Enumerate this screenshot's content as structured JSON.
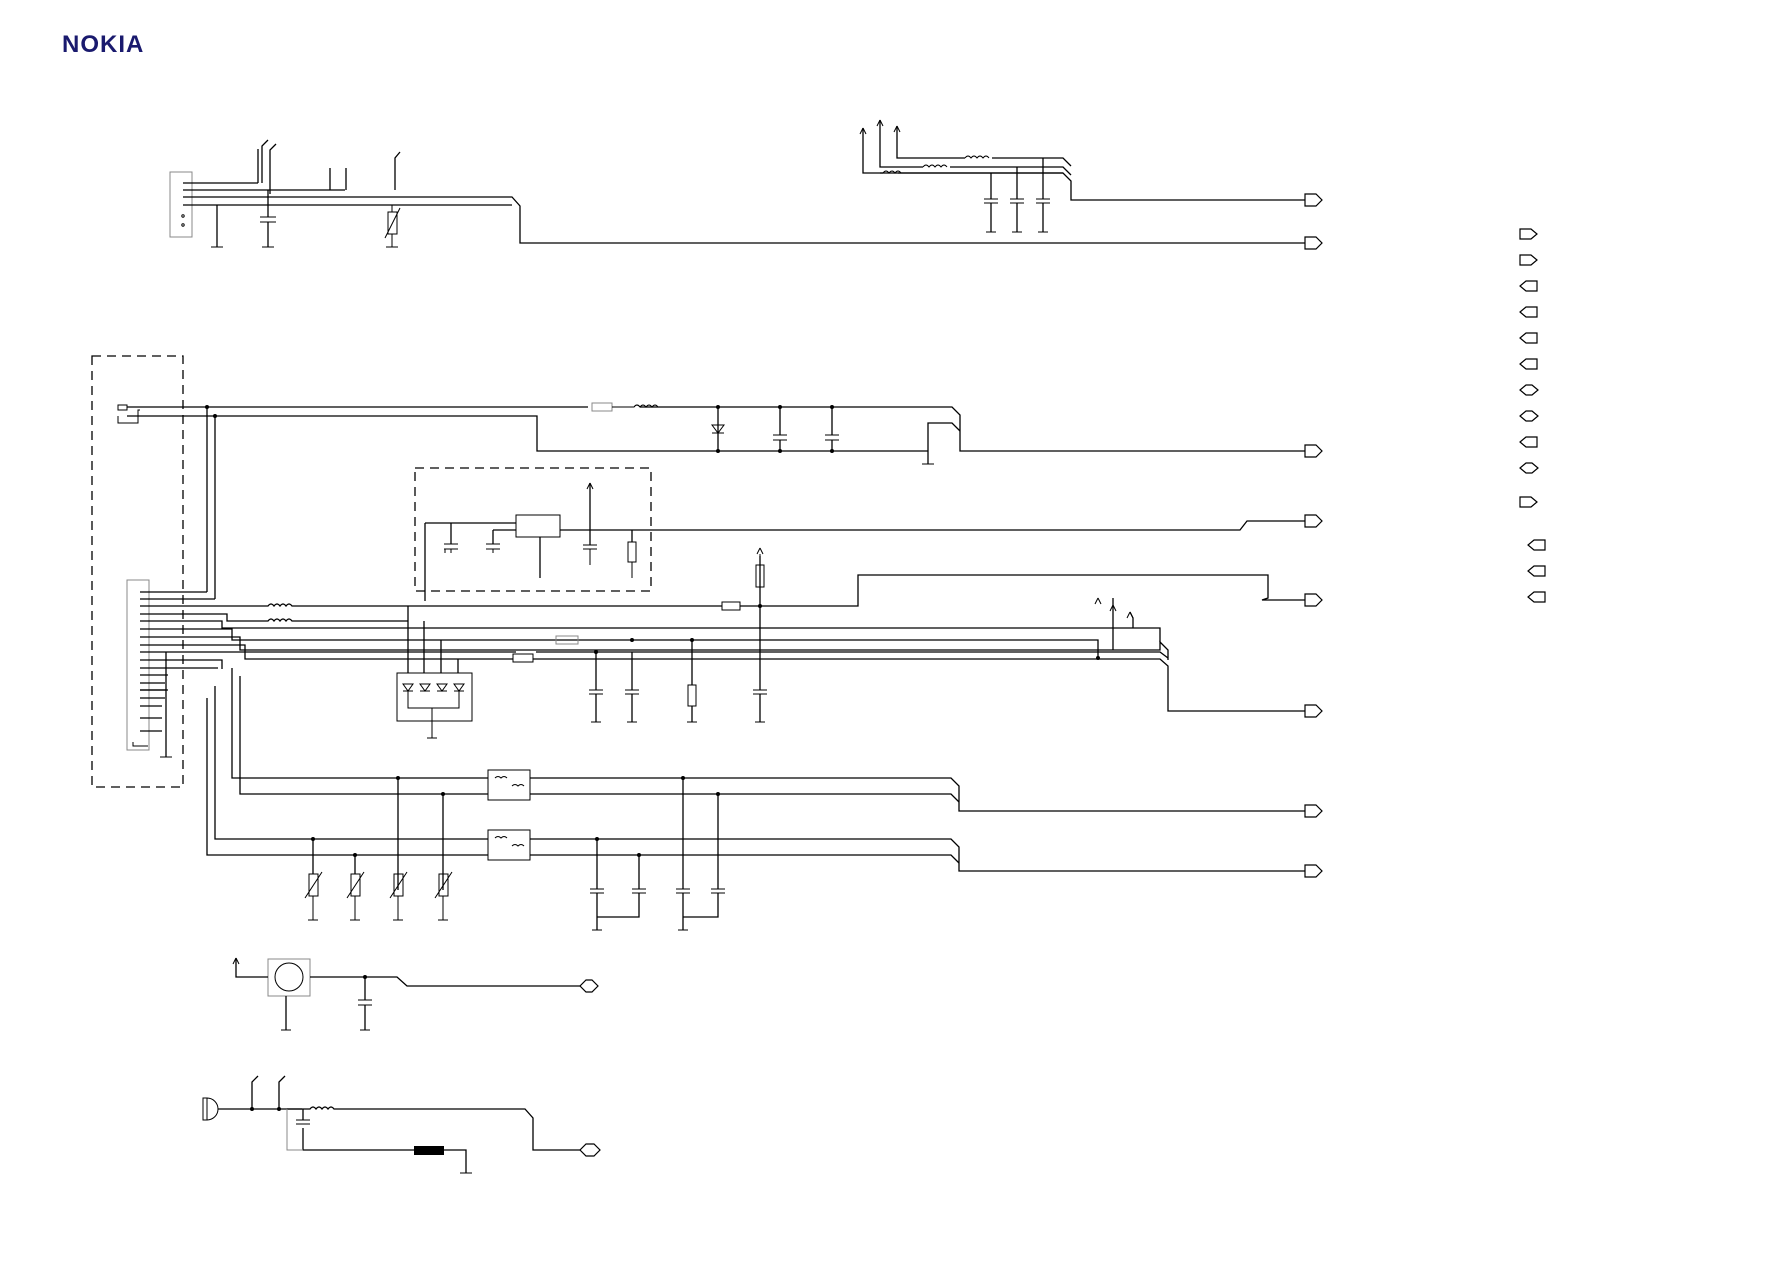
{
  "brand": {
    "logo_text": "NOKIA",
    "logo_color": "#1a1a6e"
  },
  "colors": {
    "wire": "#000000",
    "background": "#ffffff",
    "component_outline": "#888888"
  },
  "sections": {
    "top_connector": "connector",
    "battery_connector": "connector",
    "regulator_block": "dashed-block",
    "system_connector": "connector",
    "emc_filters": "common-mode-filters",
    "buzzer": "buzzer",
    "microphone": "microphone"
  },
  "icons": [
    "connector-icon",
    "resistor-icon",
    "capacitor-icon",
    "inductor-icon",
    "diode-icon",
    "zener-diode-icon",
    "varistor-icon",
    "ferrite-bead-icon",
    "buzzer-icon",
    "microphone-icon",
    "ground-icon",
    "supply-arrow-icon",
    "port-icon"
  ]
}
